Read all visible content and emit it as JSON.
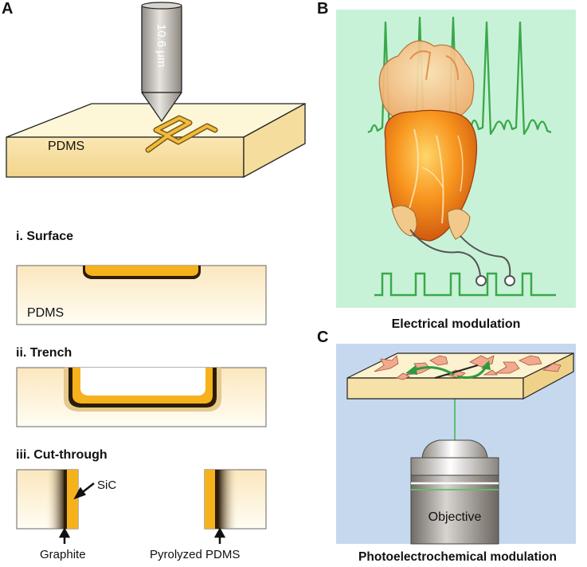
{
  "panels": {
    "a": {
      "letter": "A",
      "laser_label": "10.6 μm",
      "substrate_label": "PDMS",
      "sections": [
        {
          "title": "i. Surface",
          "inner_label": "PDMS"
        },
        {
          "title": "ii. Trench"
        },
        {
          "title": "iii. Cut-through"
        }
      ],
      "annotations": {
        "sic": "SiC",
        "graphite": "Graphite",
        "pyrolyzed": "Pyrolyzed PDMS"
      }
    },
    "b": {
      "letter": "B",
      "caption": "Electrical modulation"
    },
    "c": {
      "letter": "C",
      "objective_label": "Objective",
      "caption": "Photoelectrochemical modulation"
    }
  },
  "colors": {
    "substrate_light": "#fdf5d6",
    "gold": "#f6b21c",
    "dark_band": "#3a2a14",
    "green_panel": "#c8f2d8",
    "green_trace": "#3aa849",
    "blue_panel": "#c5d8ee",
    "heart_orange": "#f07a17"
  }
}
